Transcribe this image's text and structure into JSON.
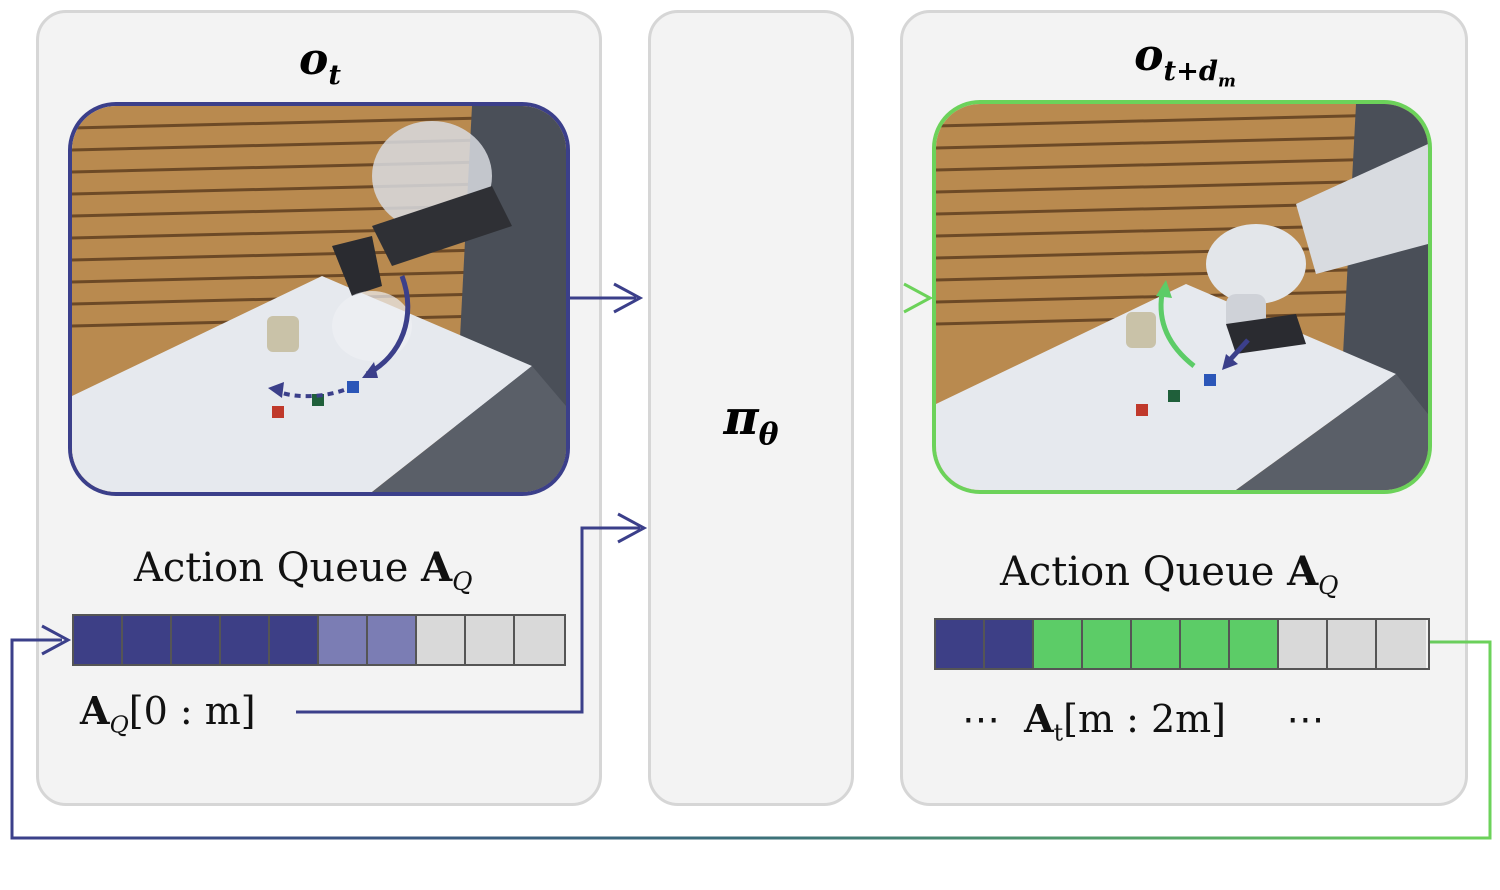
{
  "left_panel": {
    "title": "o",
    "title_sub": "t",
    "queue_label": "Action Queue",
    "queue_symbol": "A",
    "queue_symbol_sub": "Q",
    "cells": [
      "executed",
      "executed",
      "executed",
      "executed",
      "executed",
      "pending",
      "pending",
      "empty",
      "empty",
      "empty"
    ],
    "slice_label_symbol": "A",
    "slice_label_sub": "Q",
    "slice_label_range": "[0 : m]"
  },
  "policy_panel": {
    "symbol": "π",
    "symbol_sub": "θ"
  },
  "right_panel": {
    "title": "o",
    "title_sub": "t+d",
    "title_subsub": "m",
    "queue_label": "Action Queue",
    "queue_symbol": "A",
    "queue_symbol_sub": "Q",
    "cells": [
      "executed",
      "executed",
      "new",
      "new",
      "new",
      "new",
      "new",
      "empty",
      "empty",
      "empty"
    ],
    "slice_prefix": "⋯",
    "slice_label_symbol": "A",
    "slice_label_sub": "t",
    "slice_label_range": "[m : 2m]",
    "slice_suffix": "⋯"
  },
  "colors": {
    "executed": "#3d3f86",
    "pending": "#7b7db4",
    "empty": "#d9d9d9",
    "new": "#5ccc67",
    "left_frame": "#3b3f8a",
    "right_frame": "#6cd25a",
    "panel_bg": "#f3f3f3"
  },
  "icons": {
    "left_photo": "robot-arm-scene-image",
    "right_photo": "robot-arm-scene-image"
  }
}
